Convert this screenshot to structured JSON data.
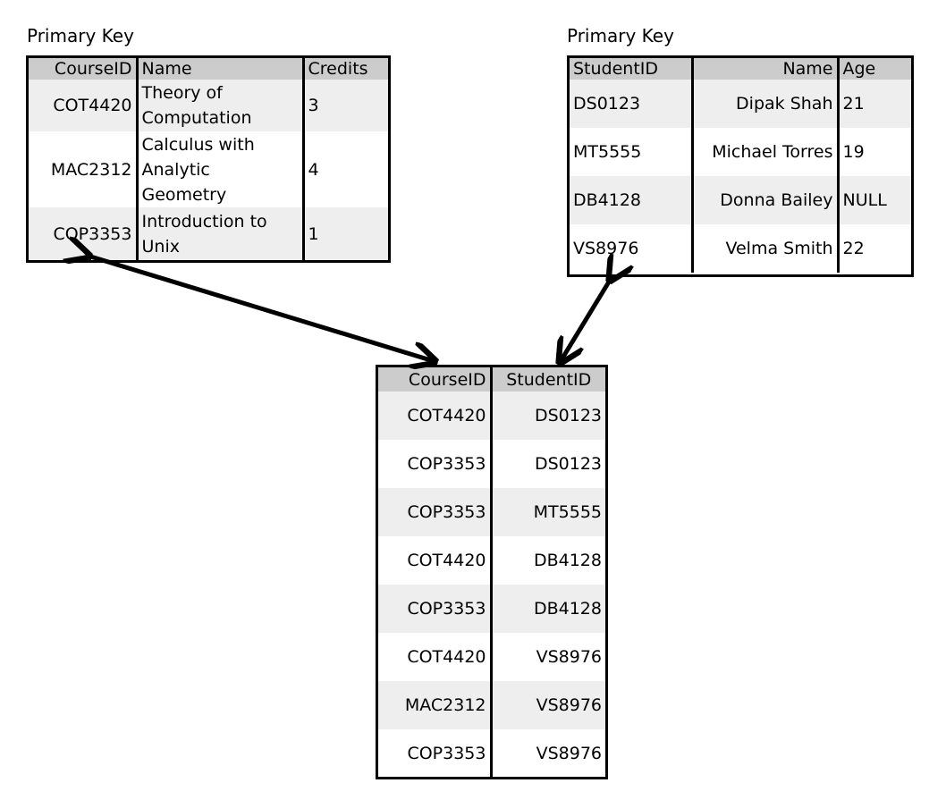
{
  "courses": {
    "label": "Primary Key",
    "headers": [
      "CourseID",
      "Name",
      "Credits"
    ],
    "rows": [
      [
        "COT4420",
        "Theory of Computation",
        "3"
      ],
      [
        "MAC2312",
        "Calculus with Analytic Geometry",
        "4"
      ],
      [
        "COP3353",
        "Introduction to Unix",
        "1"
      ]
    ]
  },
  "students": {
    "label": "Primary Key",
    "headers": [
      "StudentID",
      "Name",
      "Age"
    ],
    "rows": [
      [
        "DS0123",
        "Dipak Shah",
        "21"
      ],
      [
        "MT5555",
        "Michael Torres",
        "19"
      ],
      [
        "DB4128",
        "Donna Bailey",
        "NULL"
      ],
      [
        "VS8976",
        "Velma Smith",
        "22"
      ]
    ]
  },
  "enrollment": {
    "headers": [
      "CourseID",
      "StudentID"
    ],
    "rows": [
      [
        "COT4420",
        "DS0123"
      ],
      [
        "COP3353",
        "DS0123"
      ],
      [
        "COP3353",
        "MT5555"
      ],
      [
        "COT4420",
        "DB4128"
      ],
      [
        "COP3353",
        "DB4128"
      ],
      [
        "COT4420",
        "VS8976"
      ],
      [
        "MAC2312",
        "VS8976"
      ],
      [
        "COP3353",
        "VS8976"
      ]
    ]
  }
}
